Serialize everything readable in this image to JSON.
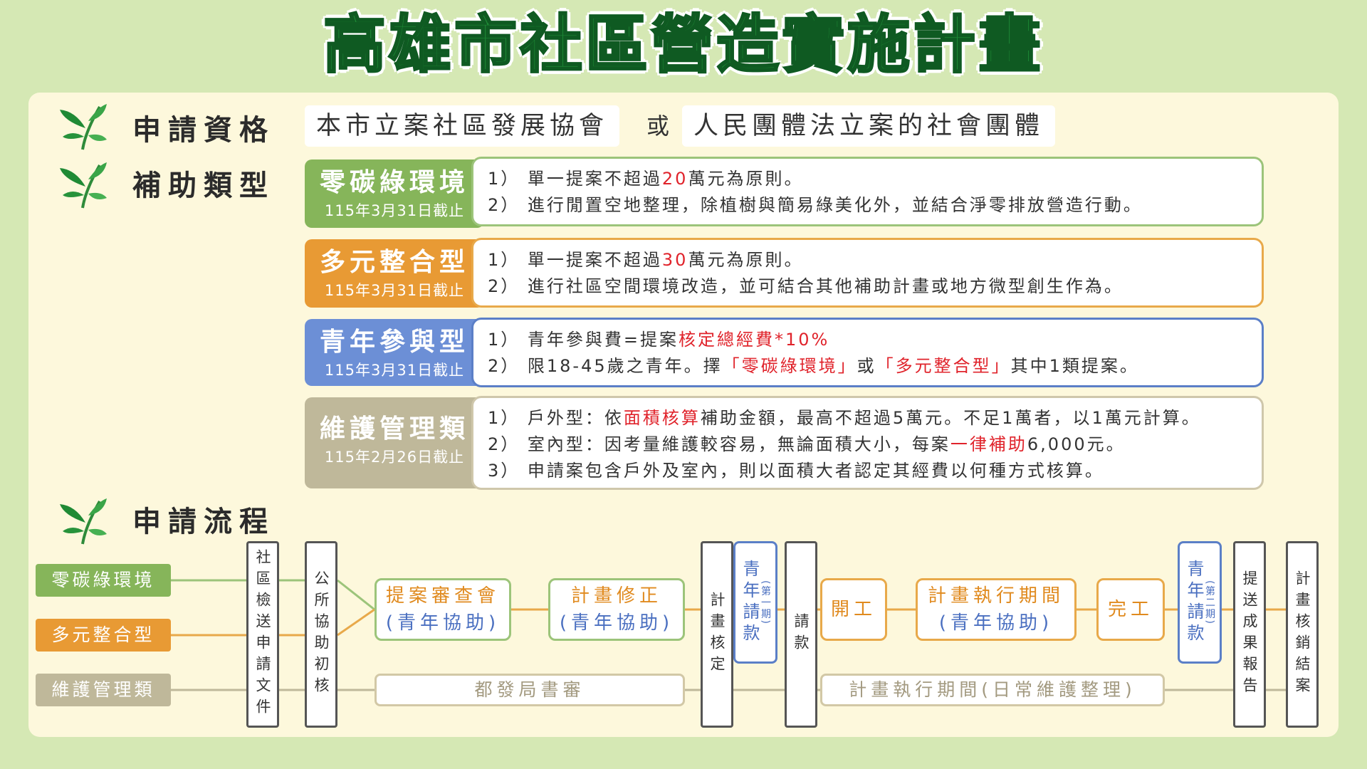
{
  "title": "高雄市社區營造實施計畫",
  "sections": {
    "qualification": "申請資格",
    "subsidy_type": "補助類型",
    "process": "申請流程"
  },
  "qualification": {
    "option1": "本市立案社區發展協會",
    "or": "或",
    "option2": "人民團體法立案的社會團體"
  },
  "colors": {
    "green": "#86b55a",
    "orange": "#e89a34",
    "blue": "#6c8fd6",
    "khaki": "#bfb89a",
    "red": "#e0232b"
  },
  "types": [
    {
      "name": "零碳綠環境",
      "deadline": "115年3月31日截止",
      "lines": [
        {
          "pre": "1） 單一提案不超過",
          "red": "20",
          "post": "萬元為原則。"
        },
        {
          "pre": "2） 進行閒置空地整理，除植樹與簡易綠美化外，並結合淨零排放營造行動。",
          "red": "",
          "post": ""
        }
      ]
    },
    {
      "name": "多元整合型",
      "deadline": "115年3月31日截止",
      "lines": [
        {
          "pre": "1） 單一提案不超過",
          "red": "30",
          "post": "萬元為原則。"
        },
        {
          "pre": "2） 進行社區空間環境改造，並可結合其他補助計畫或地方微型創生作為。",
          "red": "",
          "post": ""
        }
      ]
    },
    {
      "name": "青年參與型",
      "deadline": "115年3月31日截止",
      "lines": [
        {
          "pre": "1） 青年參與費=提案",
          "red": "核定總經費*10%",
          "post": ""
        },
        {
          "pre": "2） 限18-45歲之青年。擇",
          "red": "「零碳綠環境」",
          "mid": "或",
          "red2": "「多元整合型」",
          "post": "其中1類提案。"
        }
      ]
    },
    {
      "name": "維護管理類",
      "deadline": "115年2月26日截止",
      "lines": [
        {
          "pre": "1） 戶外型：依",
          "red": "面積核算",
          "post": "補助金額，最高不超過5萬元。不足1萬者，以1萬元計算。"
        },
        {
          "pre": "2） 室內型：因考量維護較容易，無論面積大小，每案",
          "red": "一律補助",
          "post": "6,000元。"
        },
        {
          "pre": "3） 申請案包含戶外及室內，則以面積大者認定其經費以何種方式核算。",
          "red": "",
          "post": ""
        }
      ]
    }
  ],
  "flow": {
    "starts": [
      "零碳綠環境",
      "多元整合型",
      "維護管理類"
    ],
    "submit_docs": "社區檢送申請文件",
    "district_review": "公所協助初核",
    "proposal_review": [
      "提案審查會",
      "(青年協助)"
    ],
    "plan_revision": [
      "計畫修正",
      "(青年協助)"
    ],
    "plan_approval": "計畫核定",
    "youth_pay1_main": "青年請款",
    "youth_pay1_sub": "(第一期)",
    "payment": "請款",
    "start_work": "開工",
    "execution": [
      "計畫執行期間",
      "(青年協助)"
    ],
    "completion": "完工",
    "youth_pay2_main": "青年請款",
    "youth_pay2_sub": "(第二期)",
    "submit_report": "提送成果報告",
    "close_case": "計畫核銷結案",
    "urban_review": "都發局書審",
    "maintenance_period": "計畫執行期間(日常維護整理)"
  }
}
